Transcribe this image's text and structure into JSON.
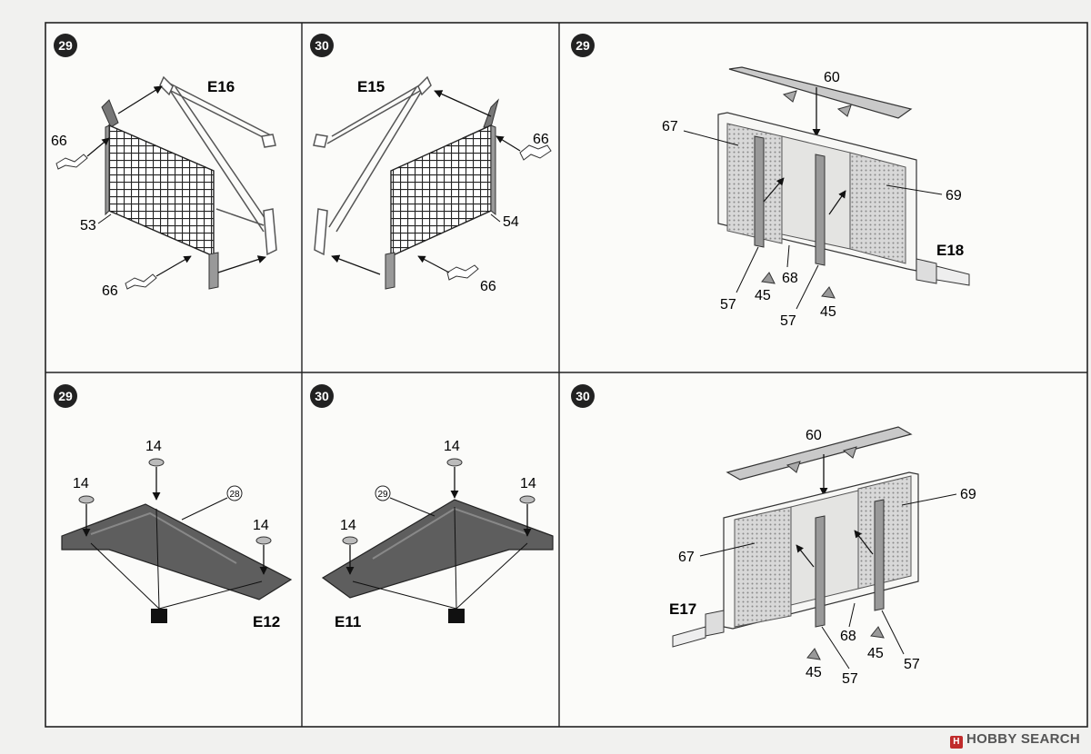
{
  "panels": [
    {
      "step": "29",
      "part_code": "E16",
      "labels": {
        "a": "66",
        "b": "53",
        "c": "66"
      }
    },
    {
      "step": "30",
      "part_code": "E15",
      "labels": {
        "a": "66",
        "b": "54",
        "c": "66"
      }
    },
    {
      "step": "29",
      "part_code": "E18",
      "labels": {
        "top": "60",
        "l1": "67",
        "r1": "69",
        "b1": "57",
        "b2": "45",
        "b3": "68",
        "b4": "57",
        "b5": "45"
      }
    },
    {
      "step": "29",
      "part_code": "E12",
      "labels": {
        "t1": "14",
        "t2": "14",
        "t3": "14",
        "ref": "28"
      }
    },
    {
      "step": "30",
      "part_code": "E11",
      "labels": {
        "t1": "14",
        "t2": "14",
        "t3": "14",
        "ref": "29"
      }
    },
    {
      "step": "30",
      "part_code": "E17",
      "labels": {
        "top": "60",
        "l1": "67",
        "r1": "69",
        "b1": "68",
        "b2": "45",
        "b3": "57",
        "b4": "45",
        "b5": "57"
      }
    }
  ],
  "watermark": {
    "text": "HOBBY SEARCH",
    "logo": "hobbysearch-logo"
  }
}
